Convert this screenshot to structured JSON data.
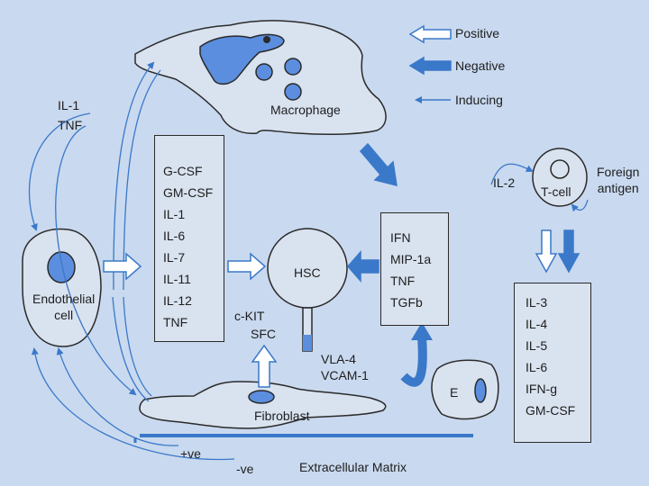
{
  "legend": {
    "positive": "Positive",
    "negative": "Negative",
    "inducing": "Inducing"
  },
  "macrophage": "Macrophage",
  "il1": "IL-1",
  "tnf_left": "TNF",
  "endothelial": [
    "Endothelial",
    "cell"
  ],
  "cytokines_left": [
    "G-CSF",
    "GM-CSF",
    "IL-1",
    "IL-6",
    "IL-7",
    "IL-11",
    "IL-12",
    "TNF"
  ],
  "hsc": "HSC",
  "inhibitors": [
    "IFN",
    "MIP-1a",
    "TNF",
    "TGFb"
  ],
  "ckit": "c-KIT",
  "sfc": "SFC",
  "vla4": "VLA-4",
  "vcam1": "VCAM-1",
  "fibroblast": "Fibroblast",
  "e_cell": "E",
  "il2": "IL-2",
  "tcell": "T-cell",
  "foreign_antigen": [
    "Foreign",
    "antigen"
  ],
  "cytokines_right": [
    "IL-3",
    "IL-4",
    "IL-5",
    "IL-6",
    "IFN-g",
    "GM-CSF"
  ],
  "plus_ve": "+ve",
  "minus_ve": "-ve",
  "ecm": "Extracellular Matrix"
}
